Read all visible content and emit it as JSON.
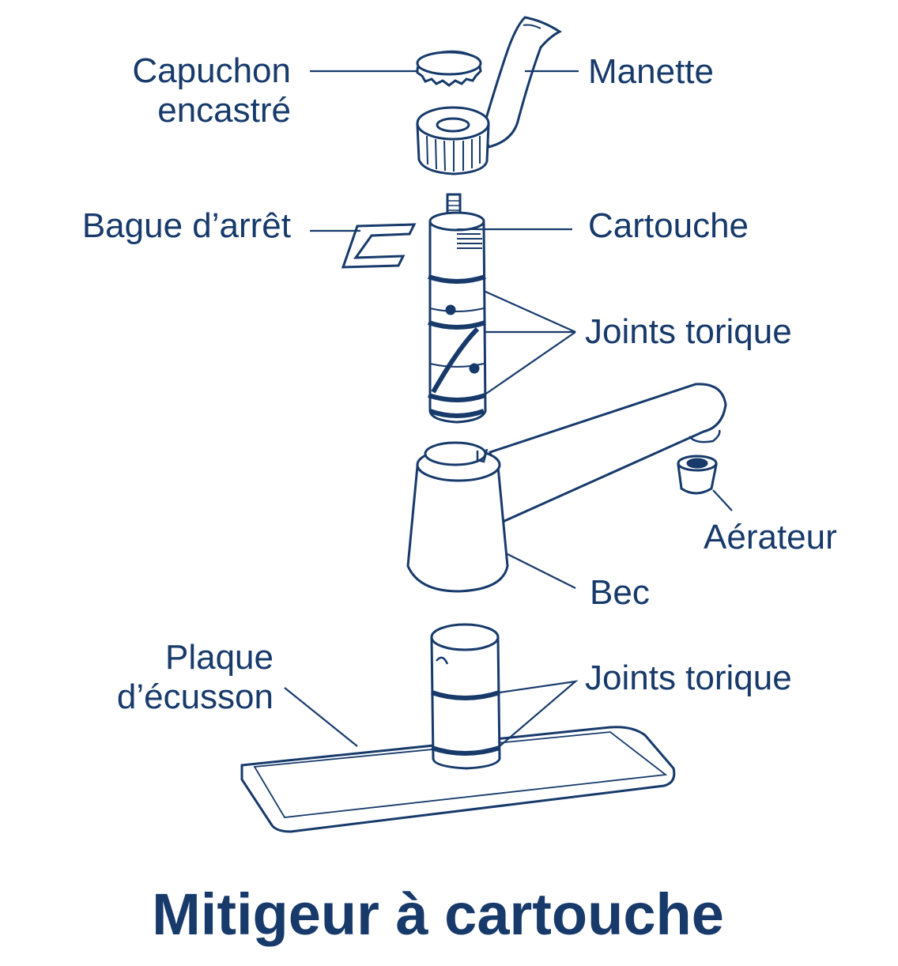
{
  "title": "Mitigeur à cartouche",
  "labels": {
    "capuchon_line1": "Capuchon",
    "capuchon_line2": "encastré",
    "manette": "Manette",
    "bague": "Bague d’arrêt",
    "cartouche": "Cartouche",
    "joints_upper": "Joints torique",
    "aerateur": "Aérateur",
    "bec": "Bec",
    "plaque_line1": "Plaque",
    "plaque_line2": "d’écusson",
    "joints_lower": "Joints torique"
  },
  "colors": {
    "ink": "#173a6b",
    "background": "#ffffff"
  }
}
